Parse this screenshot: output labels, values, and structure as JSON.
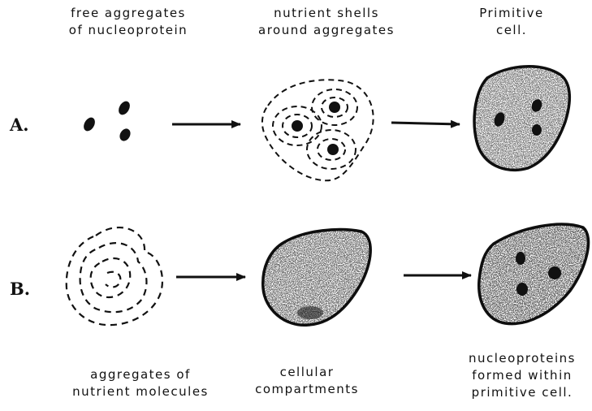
{
  "labels": {
    "col1_top": [
      "free aggregates",
      "of nucleoprotein"
    ],
    "col2_top": [
      "nutrient shells",
      "around aggregates"
    ],
    "col3_top": [
      "Primitive",
      "cell."
    ],
    "col1_bottom": [
      "aggregates of",
      "nutrient molecules"
    ],
    "col2_bottom": [
      "cellular",
      "compartments"
    ],
    "col3_bottom": [
      "nucleoproteins",
      "formed within",
      "primitive cell."
    ]
  },
  "rows": {
    "a": "A.",
    "b": "B."
  },
  "colors": {
    "ink": "#111111",
    "paper": "#ffffff"
  }
}
